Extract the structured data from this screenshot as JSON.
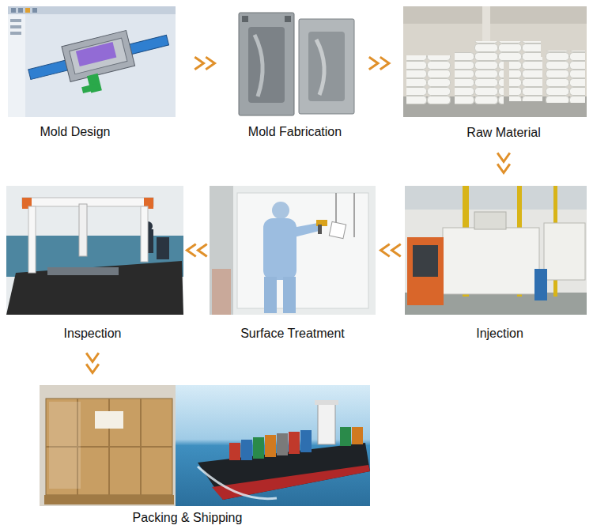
{
  "diagram": {
    "nodes": [
      {
        "text": [
          "Mold Design"
        ]
      },
      {
        "text": [
          "Mold Fabrication"
        ]
      },
      {
        "text": [
          "Raw Material"
        ]
      },
      {
        "text": [
          "Injection"
        ]
      },
      {
        "text": [
          "Surface Treatment"
        ]
      },
      {
        "text": [
          "Inspection"
        ]
      },
      {
        "text": [
          "Packing & Shipping"
        ]
      }
    ],
    "edges": [
      {
        "from": 0,
        "to": 1,
        "arrow": "to"
      },
      {
        "from": 1,
        "to": 2,
        "arrow": "to"
      },
      {
        "from": 2,
        "to": 3,
        "arrow": "to"
      },
      {
        "from": 3,
        "to": 4,
        "arrow": "to"
      },
      {
        "from": 4,
        "to": 5,
        "arrow": "to"
      },
      {
        "from": 5,
        "to": 6,
        "arrow": "to"
      }
    ]
  }
}
